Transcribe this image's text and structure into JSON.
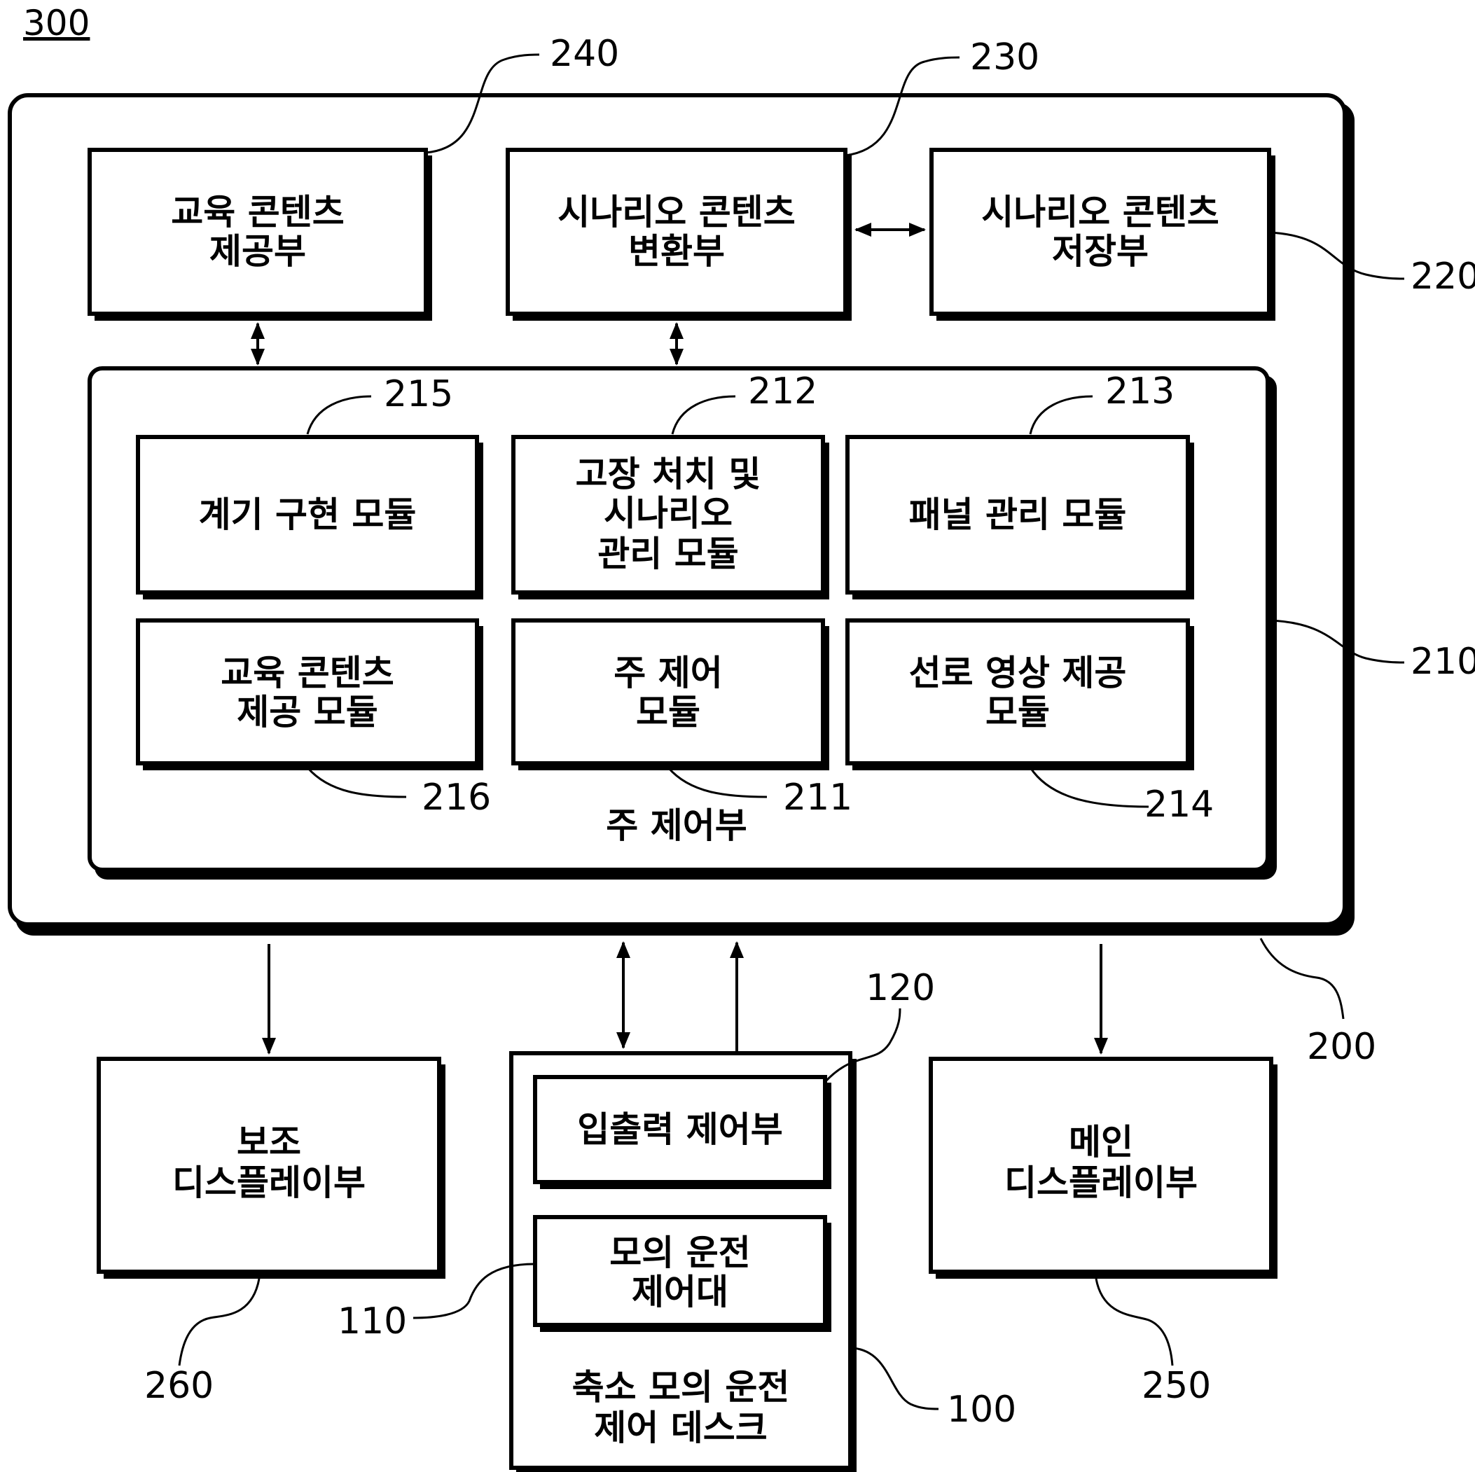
{
  "figure_ref": "300",
  "blocks": {
    "sim_server": {
      "ref": "200"
    },
    "edu_content": {
      "line1": "교육 콘텐츠",
      "line2": "제공부",
      "ref": "240"
    },
    "scenario_convert": {
      "line1": "시나리오 콘텐츠",
      "line2": "변환부",
      "ref": "230"
    },
    "scenario_store": {
      "line1": "시나리오 콘텐츠",
      "line2": "저장부",
      "ref": "220"
    },
    "main_control": {
      "label": "주 제어부",
      "ref": "210"
    },
    "gauge_module": {
      "label": "계기 구현 모듈",
      "ref": "215"
    },
    "fault_module": {
      "line1": "고장 처치 및",
      "line2": "시나리오",
      "line3": "관리 모듈",
      "ref": "212"
    },
    "panel_module": {
      "label": "패널 관리 모듈",
      "ref": "213"
    },
    "edu_module": {
      "line1": "교육 콘텐츠",
      "line2": "제공 모듈",
      "ref": "216"
    },
    "main_module": {
      "line1": "주 제어",
      "line2": "모듈",
      "ref": "211"
    },
    "track_module": {
      "line1": "선로 영상 제공",
      "line2": "모듈",
      "ref": "214"
    },
    "aux_display": {
      "line1": "보조",
      "line2": "디스플레이부",
      "ref": "260"
    },
    "main_display": {
      "line1": "메인",
      "line2": "디스플레이부",
      "ref": "250"
    },
    "desk": {
      "line1": "축소 모의 운전",
      "line2": "제어 데스크",
      "ref": "100"
    },
    "io_control": {
      "label": "입출력 제어부",
      "ref": "120"
    },
    "drive_console": {
      "line1": "모의 운전",
      "line2": "제어대",
      "ref": "110"
    }
  }
}
